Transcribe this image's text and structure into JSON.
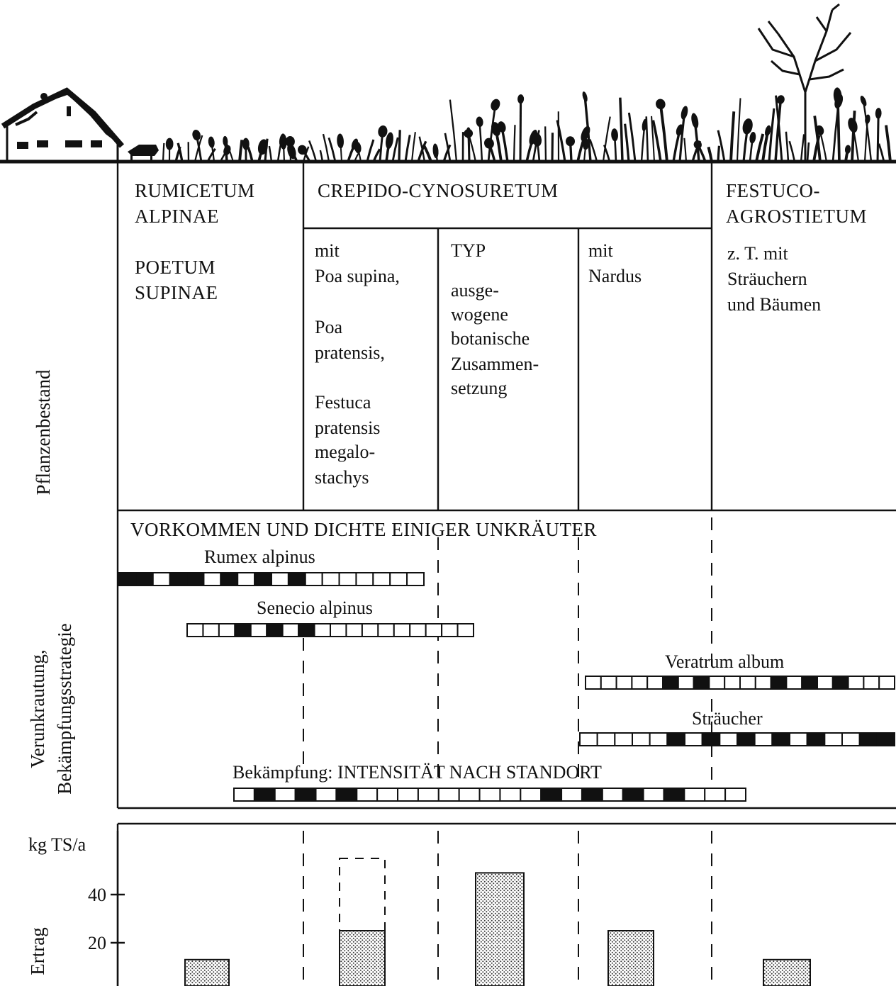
{
  "row_labels": {
    "bestand": "Pflanzenbestand",
    "verunkrautung_1": "Verunkrautung,",
    "verunkrautung_2": "Bekämpfungsstrategie",
    "ertrag": "Ertrag"
  },
  "columns": {
    "rumicetum": {
      "title_lines": [
        "RUMICETUM",
        "ALPINAE"
      ],
      "body_lines": [
        "POETUM",
        "SUPINAE"
      ]
    },
    "crepido": {
      "title": "CREPIDO-CYNOSURETUM",
      "sub_poa": [
        "mit",
        "Poa supina,",
        "",
        "Poa",
        "pratensis,",
        "",
        "Festuca",
        "pratensis",
        "megalo-",
        "stachys"
      ],
      "sub_typ": [
        "TYP",
        "",
        "ausge-",
        "wogene",
        "botanische",
        "Zusammen-",
        "setzung"
      ],
      "sub_nardus": [
        "mit",
        "Nardus"
      ]
    },
    "festuco": {
      "title_lines": [
        "FESTUCO-",
        "AGROSTIETUM"
      ],
      "body_lines": [
        "z. T. mit",
        "Sträuchern",
        "und Bäumen"
      ]
    }
  },
  "weeds": {
    "heading": "VORKOMMEN UND DICHTE EINIGER UNKRÄUTER",
    "items": [
      {
        "name": "Rumex alpinus",
        "pattern": [
          1,
          1,
          0,
          1,
          1,
          0,
          1,
          0,
          1,
          0,
          1,
          0,
          0,
          0,
          0,
          0,
          0,
          0
        ]
      },
      {
        "name": "Senecio alpinus",
        "pattern": [
          0,
          0,
          0,
          1,
          0,
          1,
          0,
          1,
          0,
          0,
          0,
          0,
          0,
          0,
          0,
          0,
          0,
          0
        ]
      },
      {
        "name": "Veratrum album",
        "pattern": [
          0,
          0,
          0,
          0,
          0,
          1,
          0,
          1,
          0,
          0,
          0,
          0,
          1,
          0,
          1,
          0,
          1,
          0,
          0,
          0
        ]
      },
      {
        "name": "Sträucher",
        "pattern": [
          0,
          0,
          0,
          0,
          0,
          1,
          0,
          1,
          0,
          1,
          0,
          1,
          0,
          1,
          0,
          0,
          1,
          1
        ]
      }
    ],
    "control": {
      "label": "Bekämpfung: INTENSITÄT NACH STANDORT",
      "pattern": [
        0,
        1,
        0,
        1,
        0,
        1,
        0,
        0,
        0,
        0,
        0,
        0,
        0,
        0,
        0,
        1,
        0,
        1,
        0,
        1,
        0,
        1,
        0,
        0,
        0
      ]
    }
  },
  "chart_data": {
    "type": "bar",
    "ylabel": "kg TS/a",
    "yticks": [
      20,
      40
    ],
    "categories": [
      "RUMICETUM ALPINAE / POETUM SUPINAE",
      "mit Poa supina",
      "TYP",
      "mit Nardus",
      "FESTUCO-AGROSTIETUM"
    ],
    "values": [
      13,
      25,
      49,
      25,
      13
    ],
    "potential": [
      null,
      55,
      null,
      null,
      null
    ],
    "bar_fill": "dotted grey"
  }
}
